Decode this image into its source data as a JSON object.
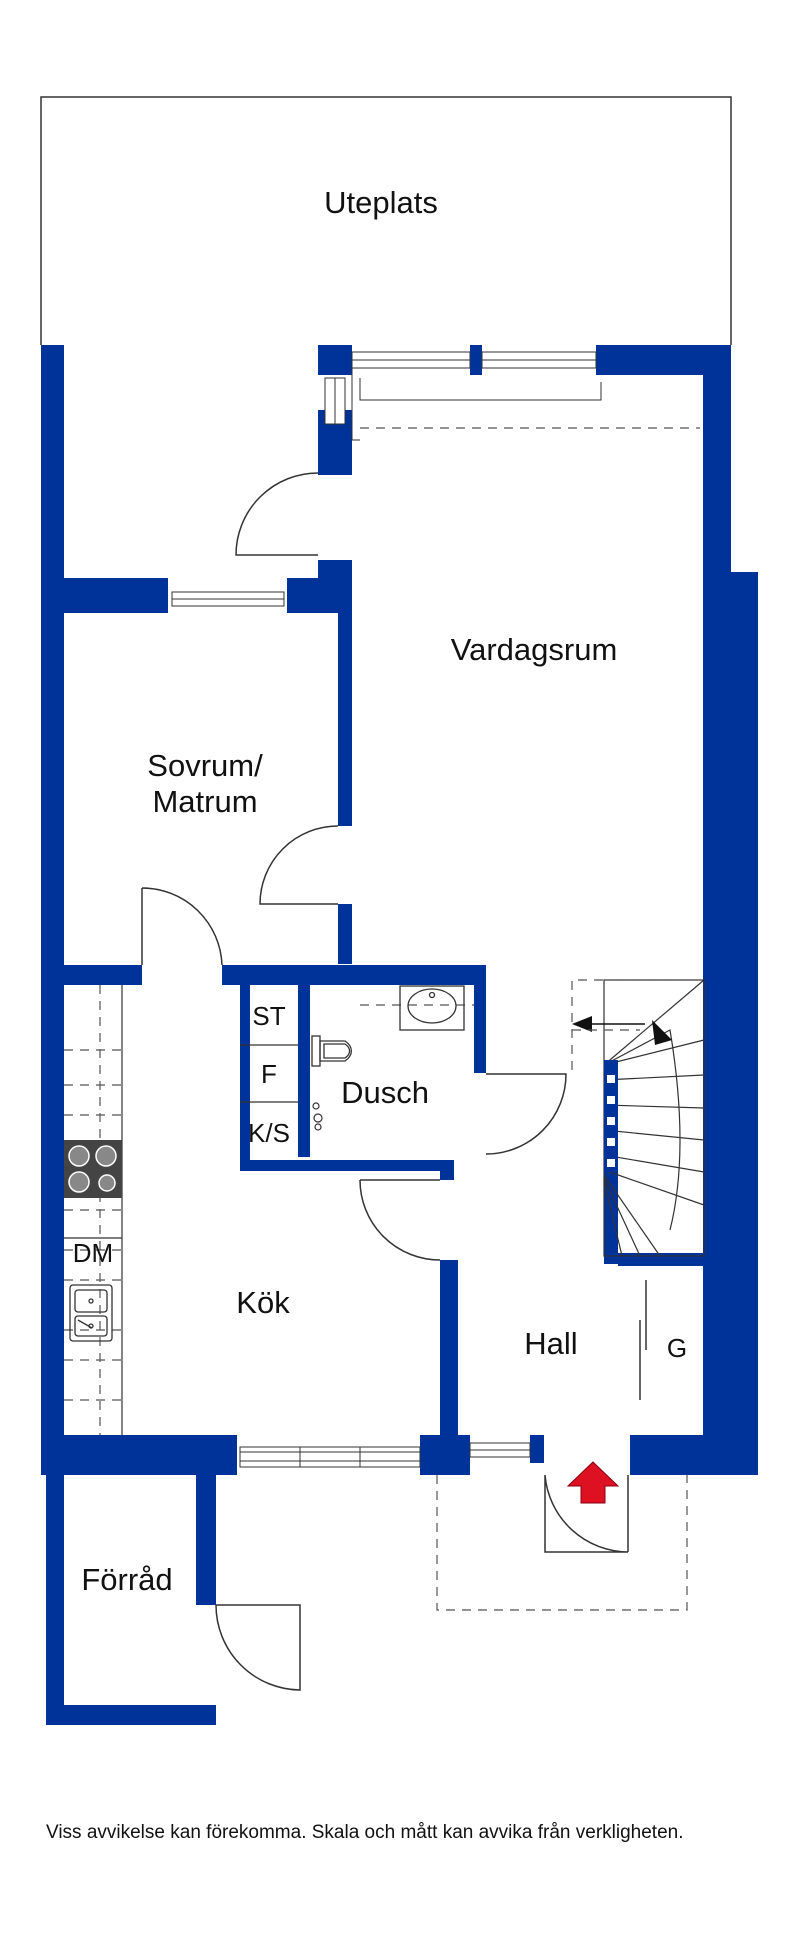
{
  "colors": {
    "wall": "#003399",
    "line": "#333333",
    "dash": "#555555",
    "stove_top": "#444444",
    "entrance_arrow": "#dd1122",
    "background": "#ffffff"
  },
  "rooms": {
    "uteplats": "Uteplats",
    "vardagsrum": "Vardagsrum",
    "sovrum_line1": "Sovrum/",
    "sovrum_line2": "Matrum",
    "dusch": "Dusch",
    "kok": "Kök",
    "hall": "Hall",
    "forrad": "Förråd"
  },
  "fixtures": {
    "st": "ST",
    "f": "F",
    "ks": "K/S",
    "dm": "DM",
    "g": "G"
  },
  "icons": {
    "stove": "stove-icon",
    "sink": "sink-icon",
    "toilet": "toilet-icon",
    "washbasin": "washbasin-icon",
    "entrance_arrow": "entrance-arrow-icon"
  },
  "disclaimer": "Viss avvikelse kan förekomma. Skala och mått kan avvika från verkligheten."
}
